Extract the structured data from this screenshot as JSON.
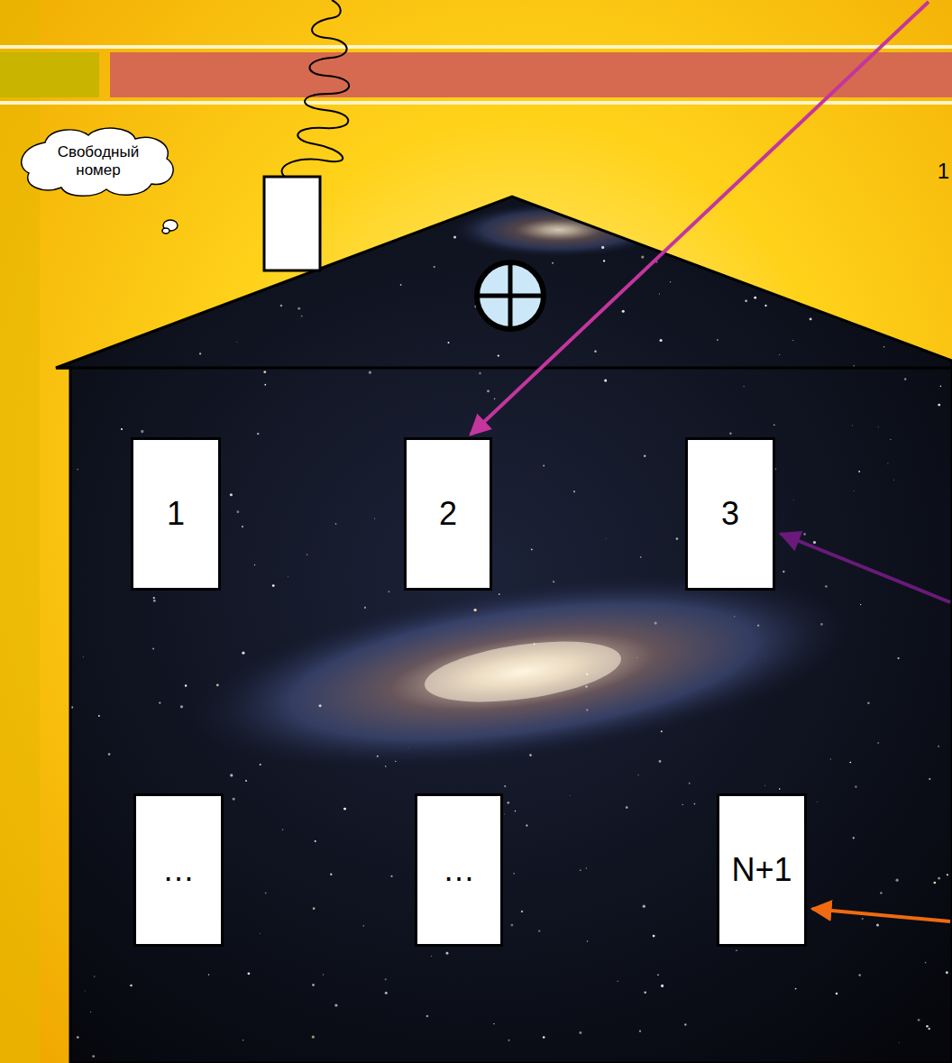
{
  "diagram": {
    "nodes": [
      {
        "text": [
          "Свободный номер"
        ]
      },
      {
        "text": [
          "1"
        ]
      },
      {
        "text": [
          "2"
        ]
      },
      {
        "text": [
          "3"
        ]
      },
      {
        "text": [
          "…"
        ]
      },
      {
        "text": [
          "…"
        ]
      },
      {
        "text": [
          "N+1"
        ]
      }
    ],
    "labels": [
      "1"
    ]
  }
}
